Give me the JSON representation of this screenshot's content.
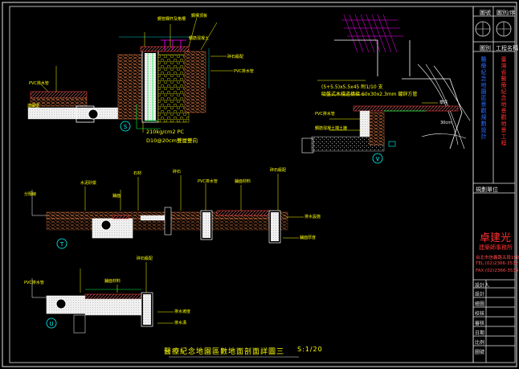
{
  "drawing": {
    "title": "醫療紀念地園區數地面剖面詳圖三",
    "scale": "S:1/20"
  },
  "title_block": {
    "h1": "圖號",
    "h2": "圖別/序",
    "h3": "圖別",
    "h4": "工程名稱",
    "project_vertical_a": "醫療紀念地園區景觀規劃設計",
    "project_vertical_b": "臺灣省醫療紀念地景觀地景工程",
    "unit_label": "規劃單位",
    "architect_name": "卓建光",
    "firm_name": "建築師事務所",
    "firm_info_1": "台北市信義路五段150巷22號",
    "firm_info_2": "TEL:(02)2366-3532",
    "firm_info_3": "FAX:(02)2366-3534",
    "sign_rows": [
      "設計人",
      "設計",
      "繪圖",
      "校核",
      "審核",
      "日期",
      "比例",
      "圖號"
    ]
  },
  "sections": {
    "S": "S",
    "T": "T",
    "U": "U",
    "V": "V"
  },
  "labels": {
    "s_top_1": "鋼管欄杆及格柵",
    "s_top_2": "鋼構頂板",
    "s_top_3": "鋼筋混凝土",
    "s_left_1": "PVC排水管",
    "s_left_2": "連續壁",
    "s_right_1": "碎石級配",
    "s_right_2": "PVC排水管",
    "s_note_1": "210kg/cm2 PC",
    "s_note_2": "D10@20cm雙層雙向",
    "v_note_1": "(5+5.5)x5.5x45 附1/10 支",
    "v_note_2": "吸盤式木棧道橫樑 60x30x2.3mm 鍍鋅方管",
    "v_left_1": "PVC排水管",
    "v_left_2": "鋼筋混凝土擋土牆",
    "v_right_1": "草坪",
    "v_right_2": "30cm",
    "t_1": "水泥砂漿",
    "t_2": "鋪面",
    "t_3": "石材",
    "t_4": "碎石",
    "t_5": "PVC排水管",
    "t_6": "鋪面材料",
    "t_7": "碎石級配",
    "t_8": "排水設施",
    "t_9": "分隔線",
    "t_10": "鋪面厚度",
    "u_1": "PVC排水管",
    "u_2": "鋪面材料",
    "u_3": "碎石級配",
    "u_4": "排水坡度",
    "u_5": "排水溝"
  },
  "colors": {
    "frame": "#e6e6e6",
    "yellow": "#ffff00",
    "red": "#ff2020",
    "green": "#00ff40",
    "cyan": "#00ffff",
    "magenta": "#ff00ff",
    "brown": "#a0522d",
    "blue": "#2040ff"
  }
}
